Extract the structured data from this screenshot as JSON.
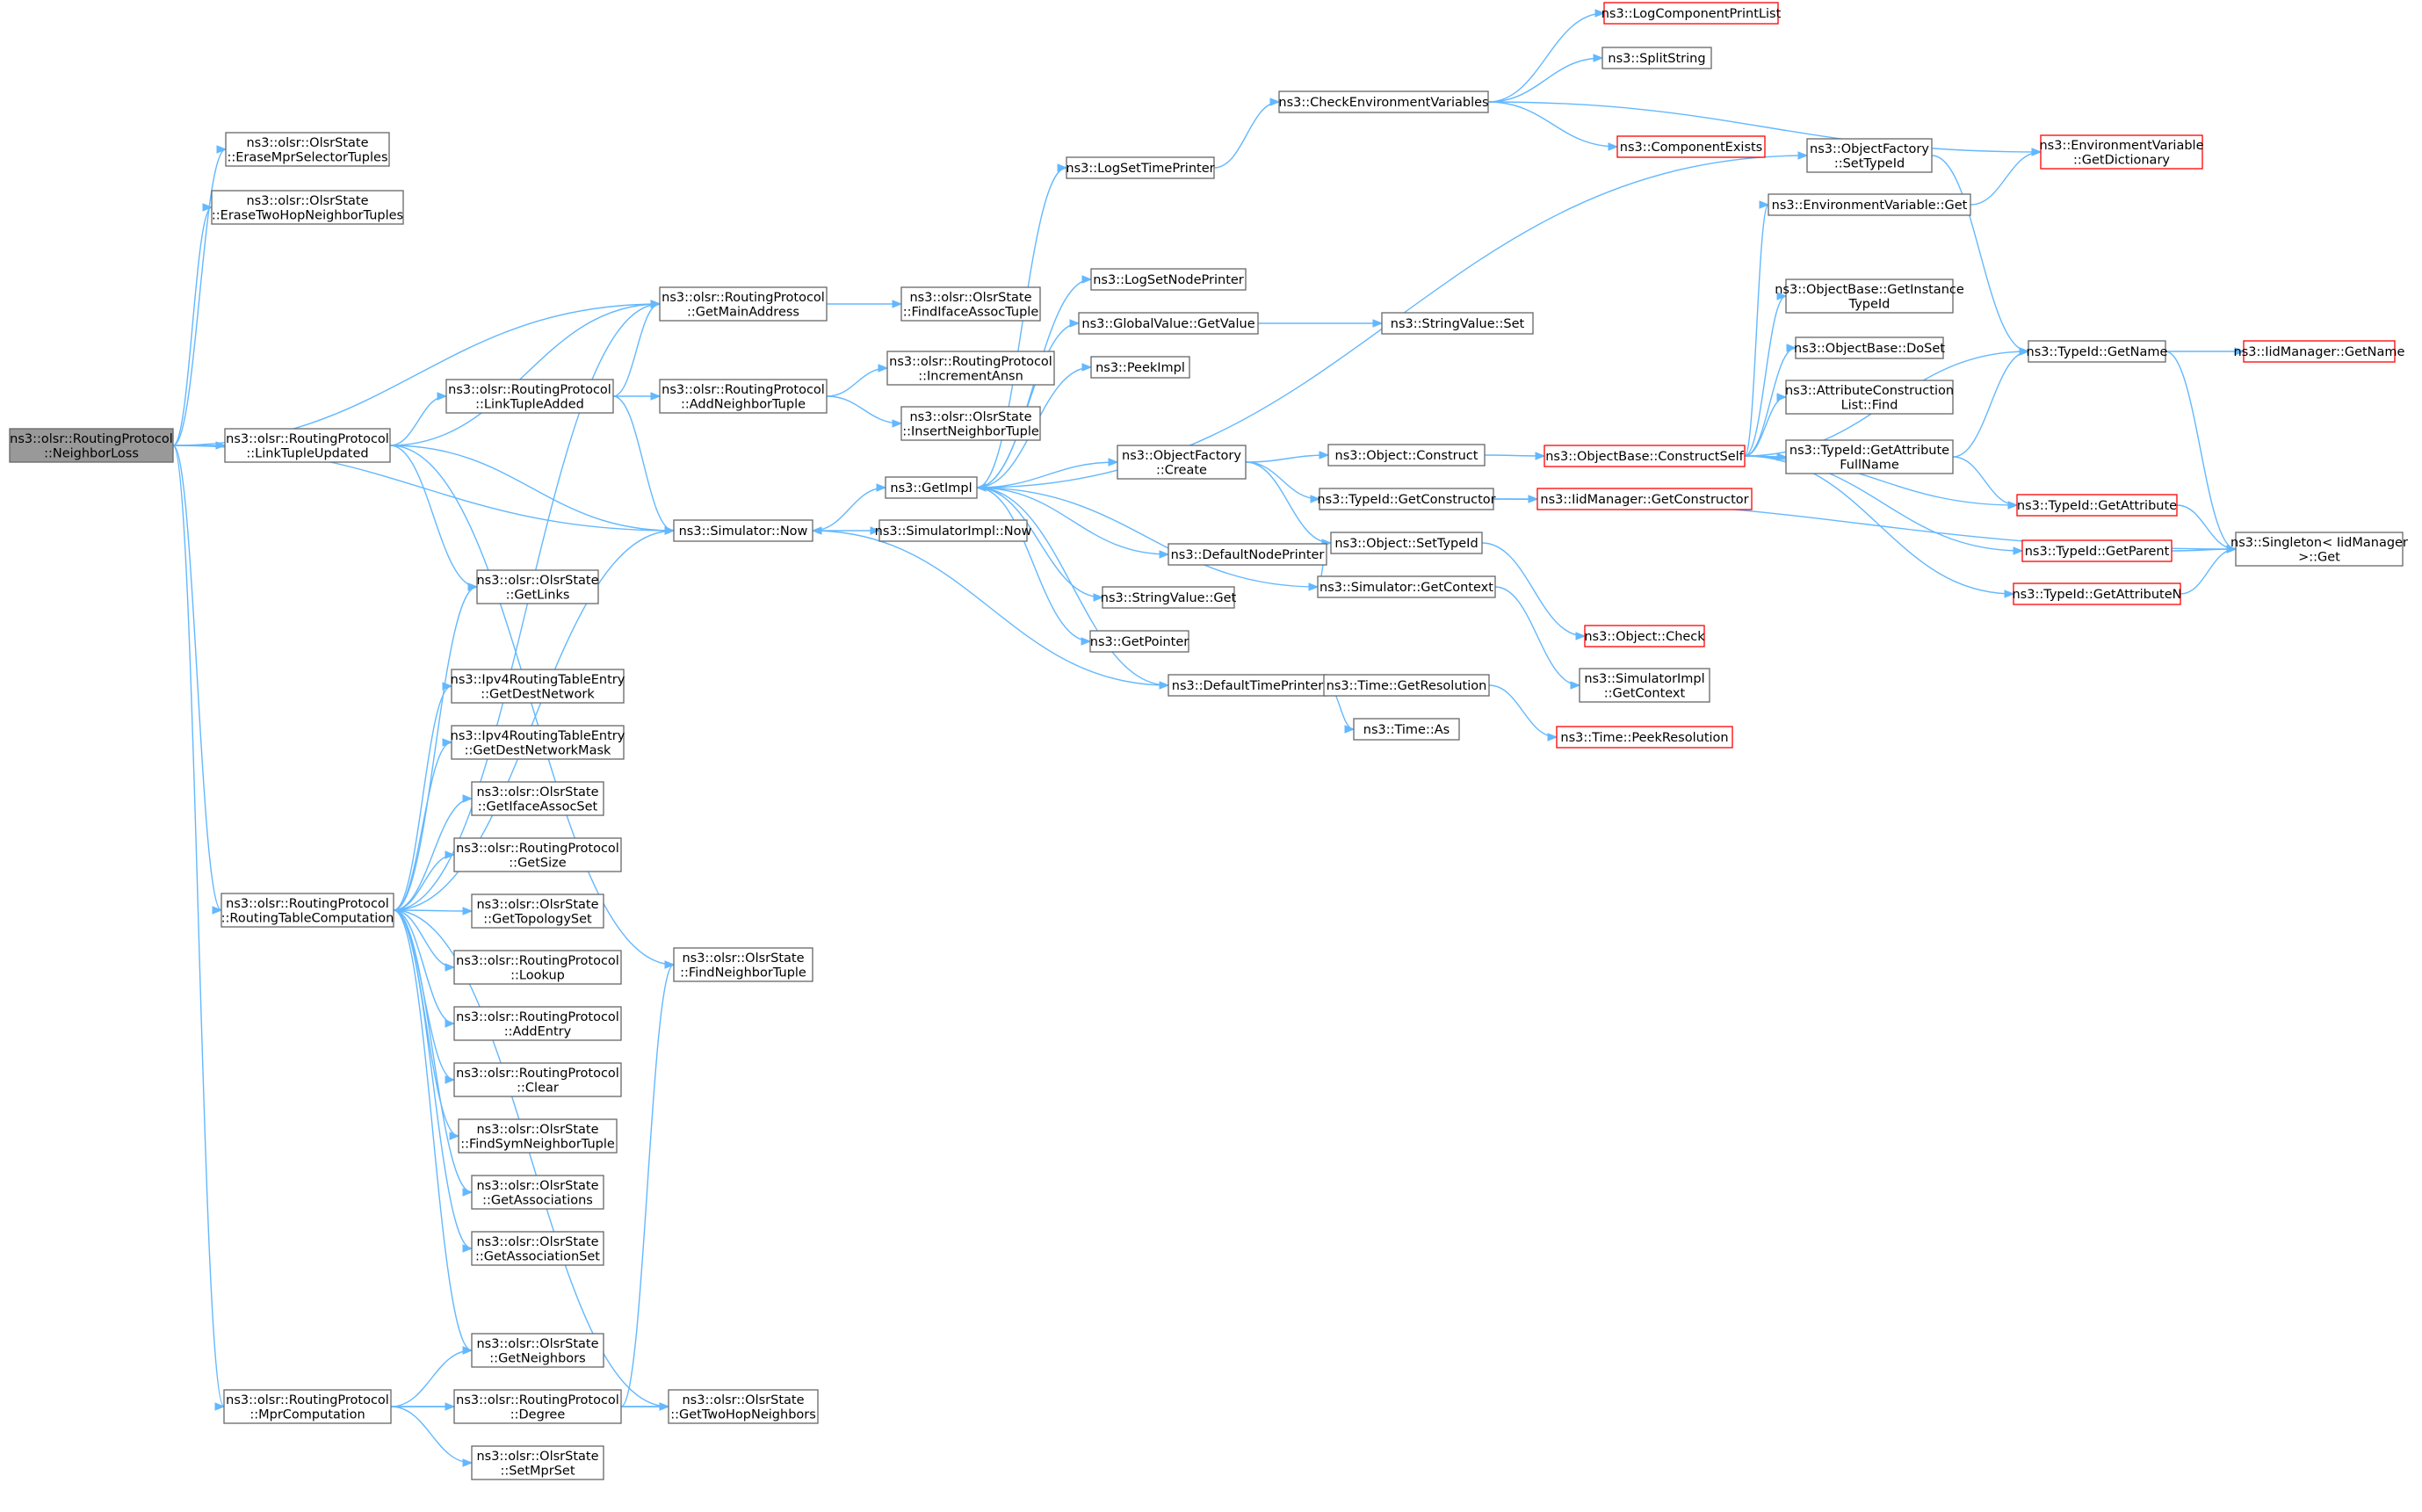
{
  "nodes": [
    {
      "id": "root",
      "lines": [
        "ns3::olsr::RoutingProtocol",
        "::NeighborLoss"
      ],
      "kind": "root"
    },
    {
      "id": "eraseMpr",
      "lines": [
        "ns3::olsr::OlsrState",
        "::EraseMprSelectorTuples"
      ]
    },
    {
      "id": "eraseTwoHop",
      "lines": [
        "ns3::olsr::OlsrState",
        "::EraseTwoHopNeighborTuples"
      ]
    },
    {
      "id": "getMainAddress",
      "lines": [
        "ns3::olsr::RoutingProtocol",
        "::GetMainAddress"
      ]
    },
    {
      "id": "findIface",
      "lines": [
        "ns3::olsr::OlsrState",
        "::FindIfaceAssocTuple"
      ]
    },
    {
      "id": "linkTupleUpdated",
      "lines": [
        "ns3::olsr::RoutingProtocol",
        "::LinkTupleUpdated"
      ]
    },
    {
      "id": "linkTupleAdded",
      "lines": [
        "ns3::olsr::RoutingProtocol",
        "::LinkTupleAdded"
      ]
    },
    {
      "id": "addNeighborTuple",
      "lines": [
        "ns3::olsr::RoutingProtocol",
        "::AddNeighborTuple"
      ]
    },
    {
      "id": "incrementAnsn",
      "lines": [
        "ns3::olsr::RoutingProtocol",
        "::IncrementAnsn"
      ]
    },
    {
      "id": "insertNeighbor",
      "lines": [
        "ns3::olsr::OlsrState",
        "::InsertNeighborTuple"
      ]
    },
    {
      "id": "simNow",
      "lines": [
        "ns3::Simulator::Now"
      ]
    },
    {
      "id": "simImplNow",
      "lines": [
        "ns3::SimulatorImpl::Now"
      ]
    },
    {
      "id": "getImpl",
      "lines": [
        "ns3::GetImpl"
      ]
    },
    {
      "id": "getLinks",
      "lines": [
        "ns3::olsr::OlsrState",
        "::GetLinks"
      ]
    },
    {
      "id": "getDestNet",
      "lines": [
        "ns3::Ipv4RoutingTableEntry",
        "::GetDestNetwork"
      ]
    },
    {
      "id": "getDestMask",
      "lines": [
        "ns3::Ipv4RoutingTableEntry",
        "::GetDestNetworkMask"
      ]
    },
    {
      "id": "getIfaceAssocSet",
      "lines": [
        "ns3::olsr::OlsrState",
        "::GetIfaceAssocSet"
      ]
    },
    {
      "id": "getSize",
      "lines": [
        "ns3::olsr::RoutingProtocol",
        "::GetSize"
      ]
    },
    {
      "id": "getTopologySet",
      "lines": [
        "ns3::olsr::OlsrState",
        "::GetTopologySet"
      ]
    },
    {
      "id": "lookup",
      "lines": [
        "ns3::olsr::RoutingProtocol",
        "::Lookup"
      ]
    },
    {
      "id": "addEntry",
      "lines": [
        "ns3::olsr::RoutingProtocol",
        "::AddEntry"
      ]
    },
    {
      "id": "clear",
      "lines": [
        "ns3::olsr::RoutingProtocol",
        "::Clear"
      ]
    },
    {
      "id": "findSymNeighbor",
      "lines": [
        "ns3::olsr::OlsrState",
        "::FindSymNeighborTuple"
      ]
    },
    {
      "id": "getAssociations",
      "lines": [
        "ns3::olsr::OlsrState",
        "::GetAssociations"
      ]
    },
    {
      "id": "getAssociationSet",
      "lines": [
        "ns3::olsr::OlsrState",
        "::GetAssociationSet"
      ]
    },
    {
      "id": "routingTableComp",
      "lines": [
        "ns3::olsr::RoutingProtocol",
        "::RoutingTableComputation"
      ]
    },
    {
      "id": "findNeighborTuple",
      "lines": [
        "ns3::olsr::OlsrState",
        "::FindNeighborTuple"
      ]
    },
    {
      "id": "getNeighbors",
      "lines": [
        "ns3::olsr::OlsrState",
        "::GetNeighbors"
      ]
    },
    {
      "id": "mprComp",
      "lines": [
        "ns3::olsr::RoutingProtocol",
        "::MprComputation"
      ]
    },
    {
      "id": "degree",
      "lines": [
        "ns3::olsr::RoutingProtocol",
        "::Degree"
      ]
    },
    {
      "id": "getTwoHop",
      "lines": [
        "ns3::olsr::OlsrState",
        "::GetTwoHopNeighbors"
      ]
    },
    {
      "id": "setMprSet",
      "lines": [
        "ns3::olsr::OlsrState",
        "::SetMprSet"
      ]
    },
    {
      "id": "logSetTimePrinter",
      "lines": [
        "ns3::LogSetTimePrinter"
      ]
    },
    {
      "id": "logSetNodePrinter",
      "lines": [
        "ns3::LogSetNodePrinter"
      ]
    },
    {
      "id": "globalGetValue",
      "lines": [
        "ns3::GlobalValue::GetValue"
      ]
    },
    {
      "id": "stringValueSet",
      "lines": [
        "ns3::StringValue::Set"
      ]
    },
    {
      "id": "peekImpl",
      "lines": [
        "ns3::PeekImpl"
      ]
    },
    {
      "id": "objFactoryCreate",
      "lines": [
        "ns3::ObjectFactory",
        "::Create"
      ]
    },
    {
      "id": "defaultNodePrinter",
      "lines": [
        "ns3::DefaultNodePrinter"
      ]
    },
    {
      "id": "stringValueGet",
      "lines": [
        "ns3::StringValue::Get"
      ]
    },
    {
      "id": "getPointer",
      "lines": [
        "ns3::GetPointer"
      ]
    },
    {
      "id": "defaultTimePrinter",
      "lines": [
        "ns3::DefaultTimePrinter"
      ]
    },
    {
      "id": "checkEnvVars",
      "lines": [
        "ns3::CheckEnvironmentVariables"
      ]
    },
    {
      "id": "logCompPrintList",
      "lines": [
        "ns3::LogComponentPrintList"
      ],
      "kind": "trunc"
    },
    {
      "id": "splitString",
      "lines": [
        "ns3::SplitString"
      ]
    },
    {
      "id": "componentExists",
      "lines": [
        "ns3::ComponentExists"
      ],
      "kind": "trunc"
    },
    {
      "id": "envGetDict",
      "lines": [
        "ns3::EnvironmentVariable",
        "::GetDictionary"
      ],
      "kind": "trunc"
    },
    {
      "id": "objFactorySetTypeId",
      "lines": [
        "ns3::ObjectFactory",
        "::SetTypeId"
      ]
    },
    {
      "id": "envGet",
      "lines": [
        "ns3::EnvironmentVariable::Get"
      ]
    },
    {
      "id": "objConstruct",
      "lines": [
        "ns3::Object::Construct"
      ]
    },
    {
      "id": "typeIdGetConstructor",
      "lines": [
        "ns3::TypeId::GetConstructor"
      ]
    },
    {
      "id": "objSetTypeId",
      "lines": [
        "ns3::Object::SetTypeId"
      ]
    },
    {
      "id": "simGetContext",
      "lines": [
        "ns3::Simulator::GetContext"
      ]
    },
    {
      "id": "timeGetResolution",
      "lines": [
        "ns3::Time::GetResolution"
      ]
    },
    {
      "id": "timeAs",
      "lines": [
        "ns3::Time::As"
      ]
    },
    {
      "id": "objBaseConstructSelf",
      "lines": [
        "ns3::ObjectBase::ConstructSelf"
      ],
      "kind": "trunc"
    },
    {
      "id": "iidGetConstructor",
      "lines": [
        "ns3::IidManager::GetConstructor"
      ],
      "kind": "trunc"
    },
    {
      "id": "objCheck",
      "lines": [
        "ns3::Object::Check"
      ],
      "kind": "trunc"
    },
    {
      "id": "simImplGetContext",
      "lines": [
        "ns3::SimulatorImpl",
        "::GetContext"
      ]
    },
    {
      "id": "timePeekResolution",
      "lines": [
        "ns3::Time::PeekResolution"
      ],
      "kind": "trunc"
    },
    {
      "id": "objBaseGetInstance",
      "lines": [
        "ns3::ObjectBase::GetInstance",
        "TypeId"
      ]
    },
    {
      "id": "objBaseDoSet",
      "lines": [
        "ns3::ObjectBase::DoSet"
      ]
    },
    {
      "id": "attrConstrListFind",
      "lines": [
        "ns3::AttributeConstruction",
        "List::Find"
      ]
    },
    {
      "id": "typeIdGetAttrFullName",
      "lines": [
        "ns3::TypeId::GetAttribute",
        "FullName"
      ]
    },
    {
      "id": "typeIdGetName",
      "lines": [
        "ns3::TypeId::GetName"
      ]
    },
    {
      "id": "iidGetName",
      "lines": [
        "ns3::IidManager::GetName"
      ],
      "kind": "trunc"
    },
    {
      "id": "typeIdGetAttribute",
      "lines": [
        "ns3::TypeId::GetAttribute"
      ],
      "kind": "trunc"
    },
    {
      "id": "typeIdGetParent",
      "lines": [
        "ns3::TypeId::GetParent"
      ],
      "kind": "trunc"
    },
    {
      "id": "typeIdGetAttributeN",
      "lines": [
        "ns3::TypeId::GetAttributeN"
      ],
      "kind": "trunc"
    },
    {
      "id": "singletonGet",
      "lines": [
        "ns3::Singleton< IidManager",
        " >::Get"
      ]
    }
  ],
  "edges": [
    [
      "root",
      "eraseMpr"
    ],
    [
      "root",
      "eraseTwoHop"
    ],
    [
      "root",
      "getMainAddress"
    ],
    [
      "root",
      "linkTupleUpdated"
    ],
    [
      "root",
      "simNow"
    ],
    [
      "root",
      "routingTableComp"
    ],
    [
      "root",
      "mprComp"
    ],
    [
      "getMainAddress",
      "findIface"
    ],
    [
      "linkTupleUpdated",
      "getMainAddress"
    ],
    [
      "linkTupleUpdated",
      "linkTupleAdded"
    ],
    [
      "linkTupleUpdated",
      "simNow"
    ],
    [
      "linkTupleUpdated",
      "getLinks"
    ],
    [
      "linkTupleUpdated",
      "findNeighborTuple"
    ],
    [
      "linkTupleAdded",
      "getMainAddress"
    ],
    [
      "linkTupleAdded",
      "addNeighborTuple"
    ],
    [
      "linkTupleAdded",
      "simNow"
    ],
    [
      "addNeighborTuple",
      "incrementAnsn"
    ],
    [
      "addNeighborTuple",
      "insertNeighbor"
    ],
    [
      "simNow",
      "getImpl"
    ],
    [
      "simNow",
      "simImplNow"
    ],
    [
      "routingTableComp",
      "getMainAddress"
    ],
    [
      "routingTableComp",
      "simNow"
    ],
    [
      "routingTableComp",
      "getLinks"
    ],
    [
      "routingTableComp",
      "getDestNet"
    ],
    [
      "routingTableComp",
      "getDestMask"
    ],
    [
      "routingTableComp",
      "getIfaceAssocSet"
    ],
    [
      "routingTableComp",
      "getSize"
    ],
    [
      "routingTableComp",
      "getTopologySet"
    ],
    [
      "routingTableComp",
      "lookup"
    ],
    [
      "routingTableComp",
      "addEntry"
    ],
    [
      "routingTableComp",
      "clear"
    ],
    [
      "routingTableComp",
      "findSymNeighbor"
    ],
    [
      "routingTableComp",
      "getAssociations"
    ],
    [
      "routingTableComp",
      "getAssociationSet"
    ],
    [
      "routingTableComp",
      "getNeighbors"
    ],
    [
      "routingTableComp",
      "getTwoHop"
    ],
    [
      "mprComp",
      "getNeighbors"
    ],
    [
      "mprComp",
      "degree"
    ],
    [
      "mprComp",
      "setMprSet"
    ],
    [
      "mprComp",
      "getTwoHop"
    ],
    [
      "degree",
      "getTwoHop"
    ],
    [
      "degree",
      "findNeighborTuple"
    ],
    [
      "getImpl",
      "logSetTimePrinter"
    ],
    [
      "getImpl",
      "logSetNodePrinter"
    ],
    [
      "getImpl",
      "globalGetValue"
    ],
    [
      "getImpl",
      "peekImpl"
    ],
    [
      "getImpl",
      "objFactoryCreate"
    ],
    [
      "getImpl",
      "defaultNodePrinter"
    ],
    [
      "getImpl",
      "stringValueGet"
    ],
    [
      "getImpl",
      "getPointer"
    ],
    [
      "getImpl",
      "defaultTimePrinter"
    ],
    [
      "getImpl",
      "objFactorySetTypeId"
    ],
    [
      "globalGetValue",
      "stringValueSet"
    ],
    [
      "logSetTimePrinter",
      "checkEnvVars"
    ],
    [
      "checkEnvVars",
      "logCompPrintList"
    ],
    [
      "checkEnvVars",
      "splitString"
    ],
    [
      "checkEnvVars",
      "componentExists"
    ],
    [
      "checkEnvVars",
      "envGetDict"
    ],
    [
      "objFactoryCreate",
      "objConstruct"
    ],
    [
      "objFactoryCreate",
      "typeIdGetConstructor"
    ],
    [
      "objFactoryCreate",
      "objSetTypeId"
    ],
    [
      "objConstruct",
      "objBaseConstructSelf"
    ],
    [
      "typeIdGetConstructor",
      "iidGetConstructor"
    ],
    [
      "typeIdGetConstructor",
      "singletonGet"
    ],
    [
      "objSetTypeId",
      "objCheck"
    ],
    [
      "defaultNodePrinter",
      "simGetContext"
    ],
    [
      "simGetContext",
      "getImpl"
    ],
    [
      "simGetContext",
      "simImplGetContext"
    ],
    [
      "defaultTimePrinter",
      "simNow"
    ],
    [
      "defaultTimePrinter",
      "timeGetResolution"
    ],
    [
      "defaultTimePrinter",
      "timeAs"
    ],
    [
      "timeGetResolution",
      "timePeekResolution"
    ],
    [
      "objFactorySetTypeId",
      "typeIdGetName"
    ],
    [
      "envGet",
      "envGetDict"
    ],
    [
      "objBaseConstructSelf",
      "envGet"
    ],
    [
      "objBaseConstructSelf",
      "typeIdGetName"
    ],
    [
      "objBaseConstructSelf",
      "objBaseGetInstance"
    ],
    [
      "objBaseConstructSelf",
      "objBaseDoSet"
    ],
    [
      "objBaseConstructSelf",
      "attrConstrListFind"
    ],
    [
      "objBaseConstructSelf",
      "typeIdGetAttrFullName"
    ],
    [
      "objBaseConstructSelf",
      "typeIdGetAttribute"
    ],
    [
      "objBaseConstructSelf",
      "typeIdGetParent"
    ],
    [
      "objBaseConstructSelf",
      "typeIdGetAttributeN"
    ],
    [
      "typeIdGetAttrFullName",
      "typeIdGetName"
    ],
    [
      "typeIdGetAttrFullName",
      "typeIdGetAttribute"
    ],
    [
      "typeIdGetName",
      "iidGetName"
    ],
    [
      "typeIdGetName",
      "singletonGet"
    ],
    [
      "typeIdGetAttribute",
      "singletonGet"
    ],
    [
      "typeIdGetParent",
      "singletonGet"
    ],
    [
      "typeIdGetAttributeN",
      "singletonGet"
    ]
  ]
}
